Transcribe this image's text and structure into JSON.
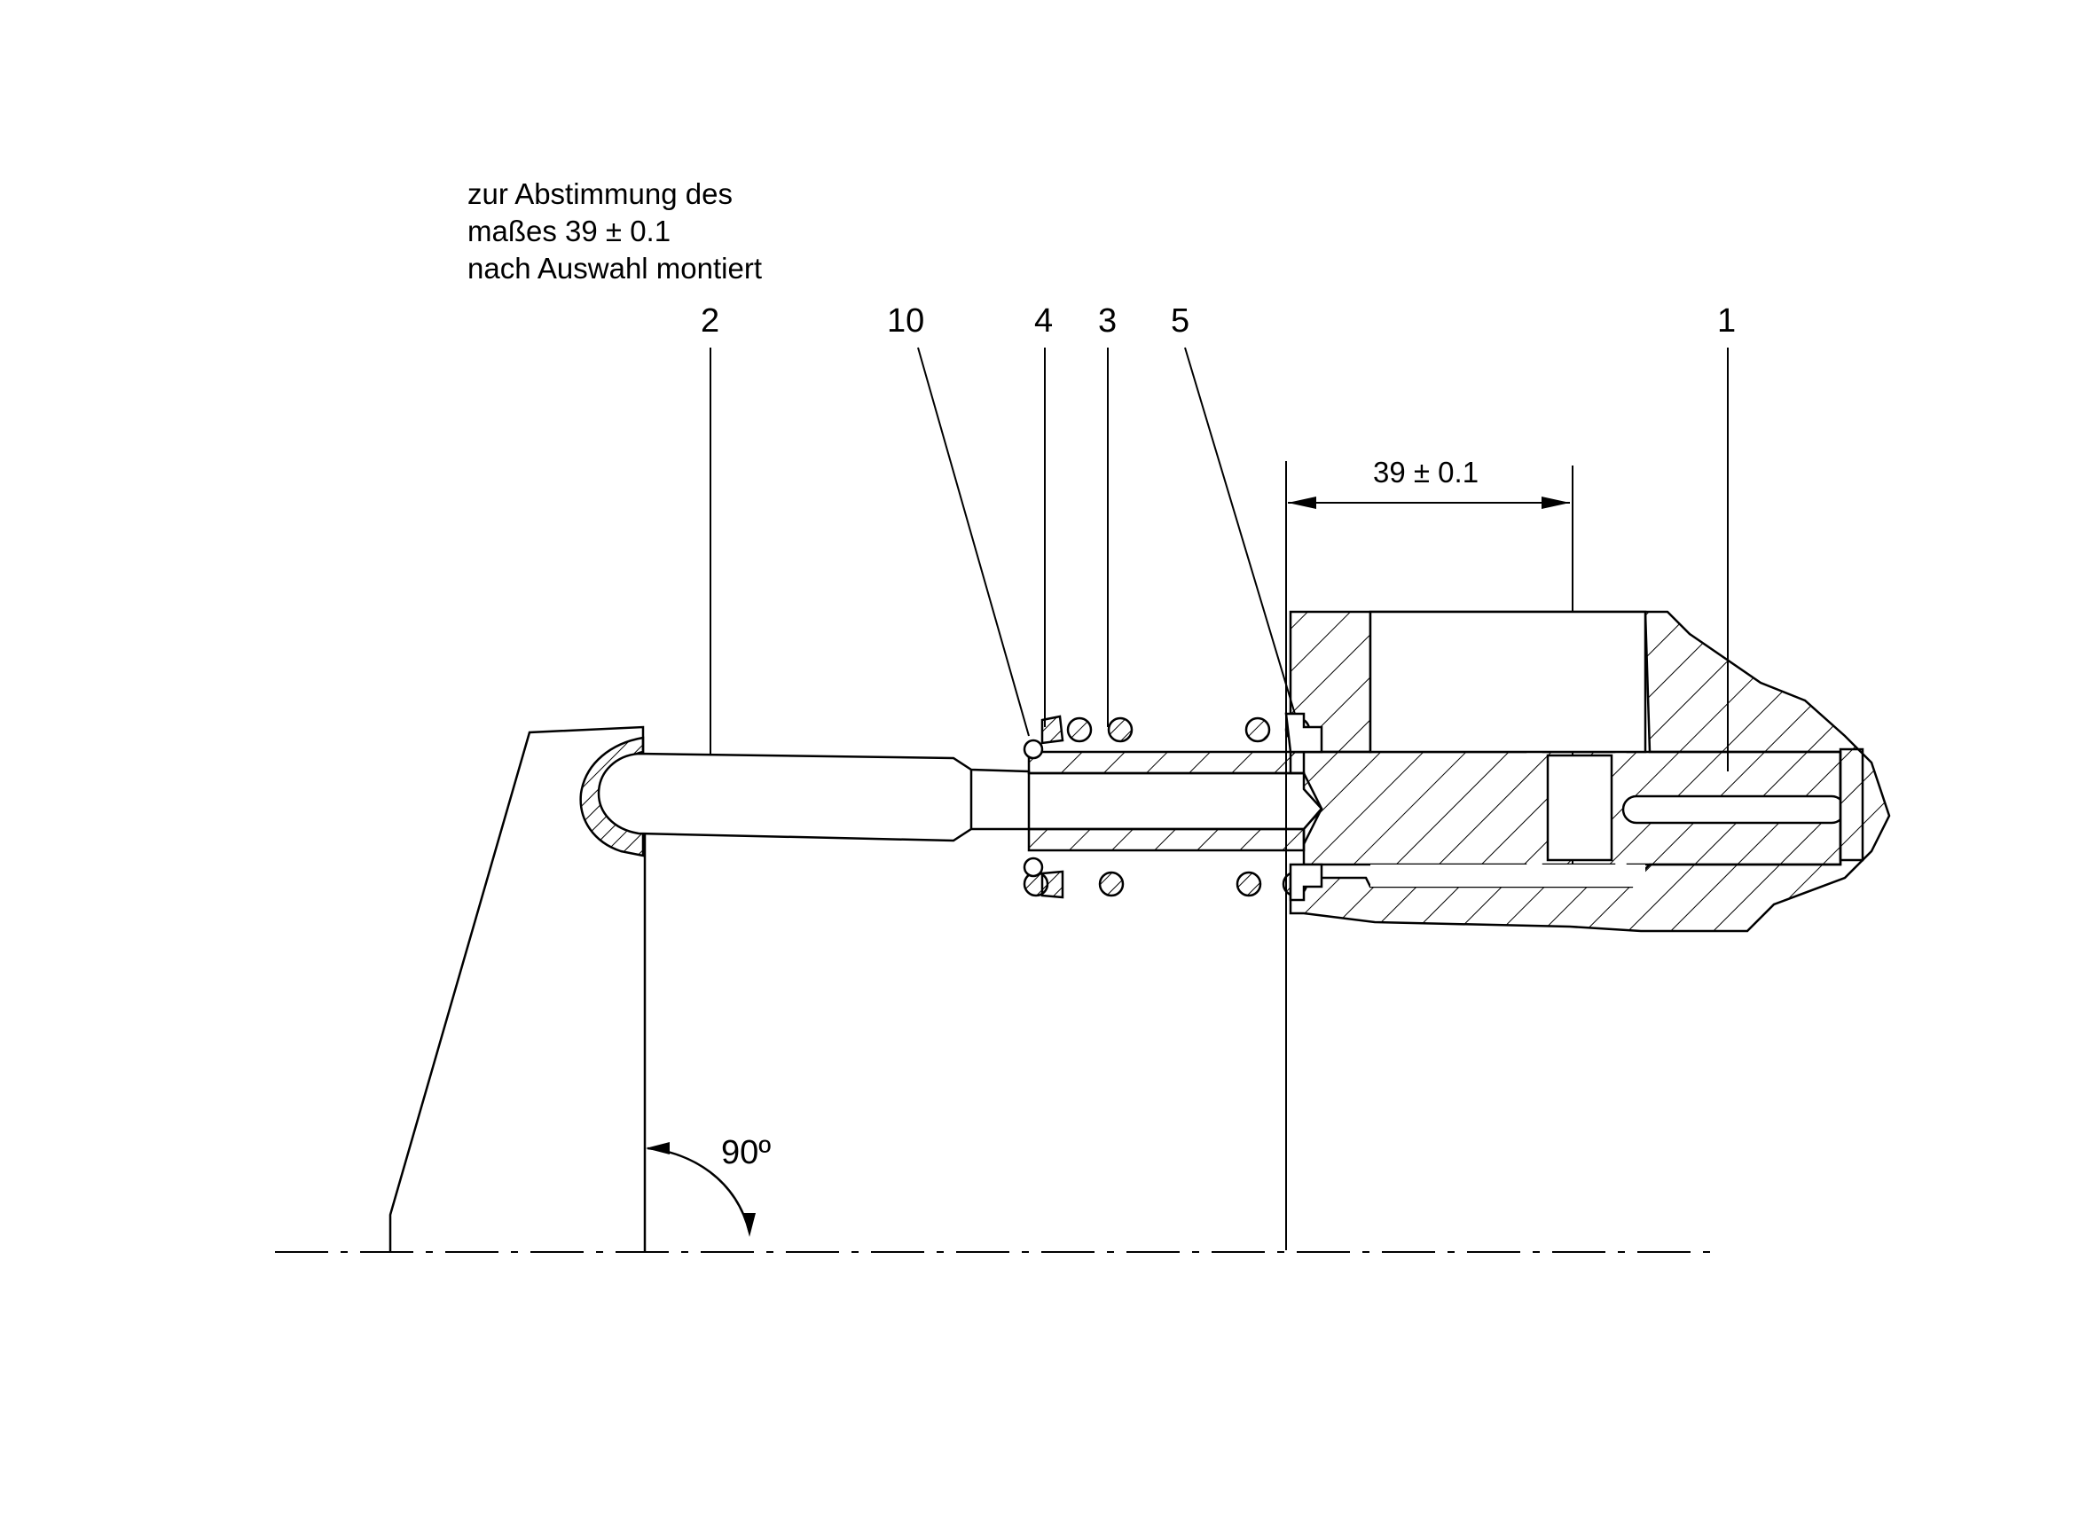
{
  "note": {
    "line1": "zur Abstimmung des",
    "line2": "maßes   39 ",
    "line2_pm": "±",
    "line2_tol": " 0.1",
    "line3": "nach Auswahl montiert"
  },
  "callouts": {
    "c2": "2",
    "c10": "10",
    "c4": "4",
    "c3": "3",
    "c5": "5",
    "c1": "1"
  },
  "dimension": {
    "value": "39 ",
    "pm": "±",
    "tol": " 0.1"
  },
  "angle": {
    "label": "90º"
  }
}
